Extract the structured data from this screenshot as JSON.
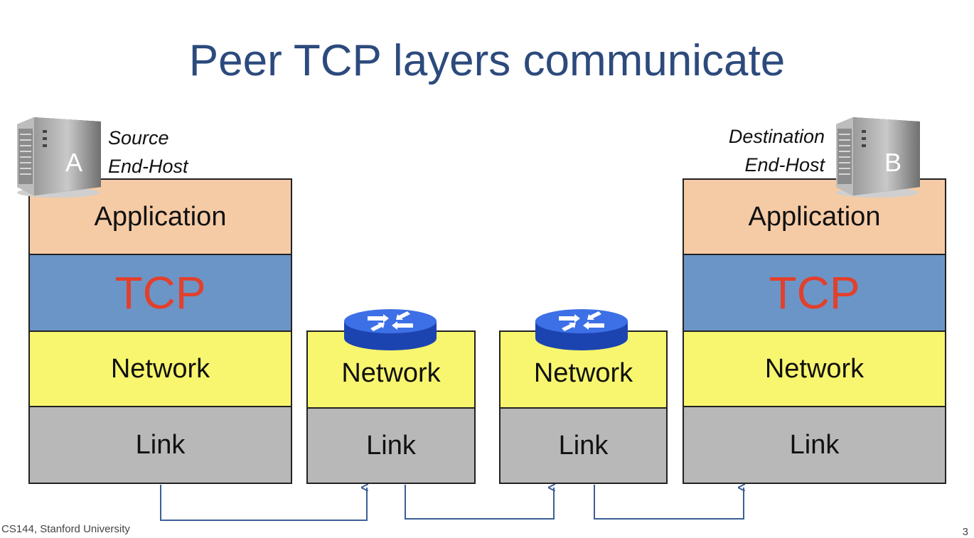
{
  "title": "Peer TCP layers communicate",
  "hosts": {
    "source": {
      "letter": "A",
      "label_line1": "Source",
      "label_line2": "End-Host"
    },
    "destination": {
      "letter": "B",
      "label_line1": "Destination",
      "label_line2": "End-Host"
    }
  },
  "stacks": {
    "source": {
      "application": "Application",
      "tcp": "TCP",
      "network": "Network",
      "link": "Link"
    },
    "router1": {
      "network": "Network",
      "link": "Link"
    },
    "router2": {
      "network": "Network",
      "link": "Link"
    },
    "destination": {
      "application": "Application",
      "tcp": "TCP",
      "network": "Network",
      "link": "Link"
    }
  },
  "footer": "CS144, Stanford University",
  "page_number": "3",
  "colors": {
    "title": "#2c4a7c",
    "application": "#f5cba6",
    "tcp_bg": "#6b95c7",
    "tcp_text": "#e2402c",
    "network": "#f8f66e",
    "link": "#b8b8b8",
    "arrow": "#3a5f95",
    "router": "#2f62d8"
  }
}
